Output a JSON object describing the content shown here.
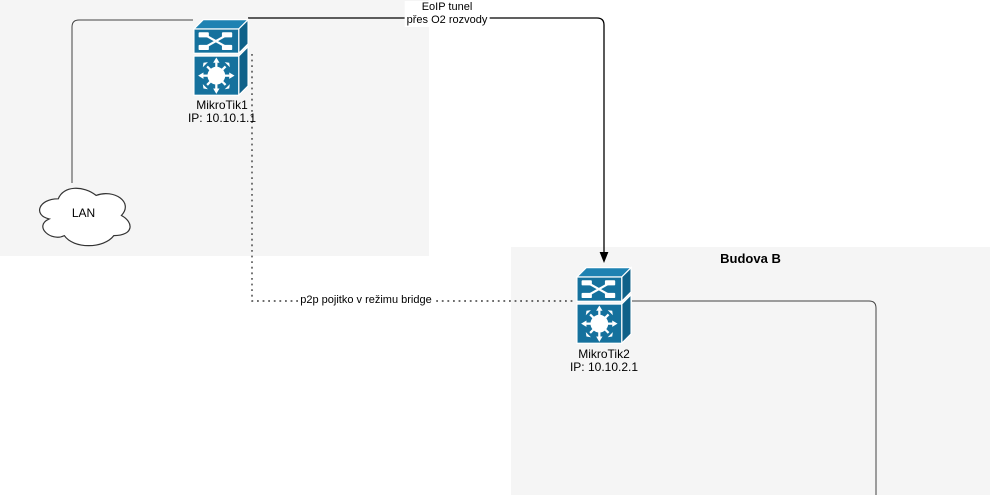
{
  "diagram": {
    "background_color": "#ffffff",
    "zones": [
      {
        "id": "building-a",
        "label": "",
        "fill": "#f5f5f5"
      },
      {
        "id": "building-b",
        "label": "Budova B",
        "fill": "#f5f5f5"
      }
    ],
    "nodes": {
      "mikrotik1": {
        "name": "MikroTik1",
        "ip": "IP: 10.10.1.1",
        "icon": "mikrotik-switch-icon"
      },
      "mikrotik2": {
        "name": "MikroTik2",
        "ip": "IP: 10.10.2.1",
        "icon": "mikrotik-switch-icon"
      },
      "lan": {
        "label": "LAN",
        "icon": "cloud-icon"
      }
    },
    "edges": {
      "eoip": {
        "label_line1": "EoIP tunel",
        "label_line2": "přes O2 rozvody",
        "style": "solid",
        "arrow": "target"
      },
      "p2p": {
        "label": "p2p pojitko v režimu bridge",
        "style": "dotted"
      },
      "lan_to_mikrotik1": {
        "style": "solid"
      },
      "mikrotik2_down": {
        "style": "solid"
      }
    },
    "icon_colors": {
      "front": "#15719d",
      "top": "#1e82b2",
      "side": "#0f6189"
    },
    "line_color": "#000000"
  }
}
